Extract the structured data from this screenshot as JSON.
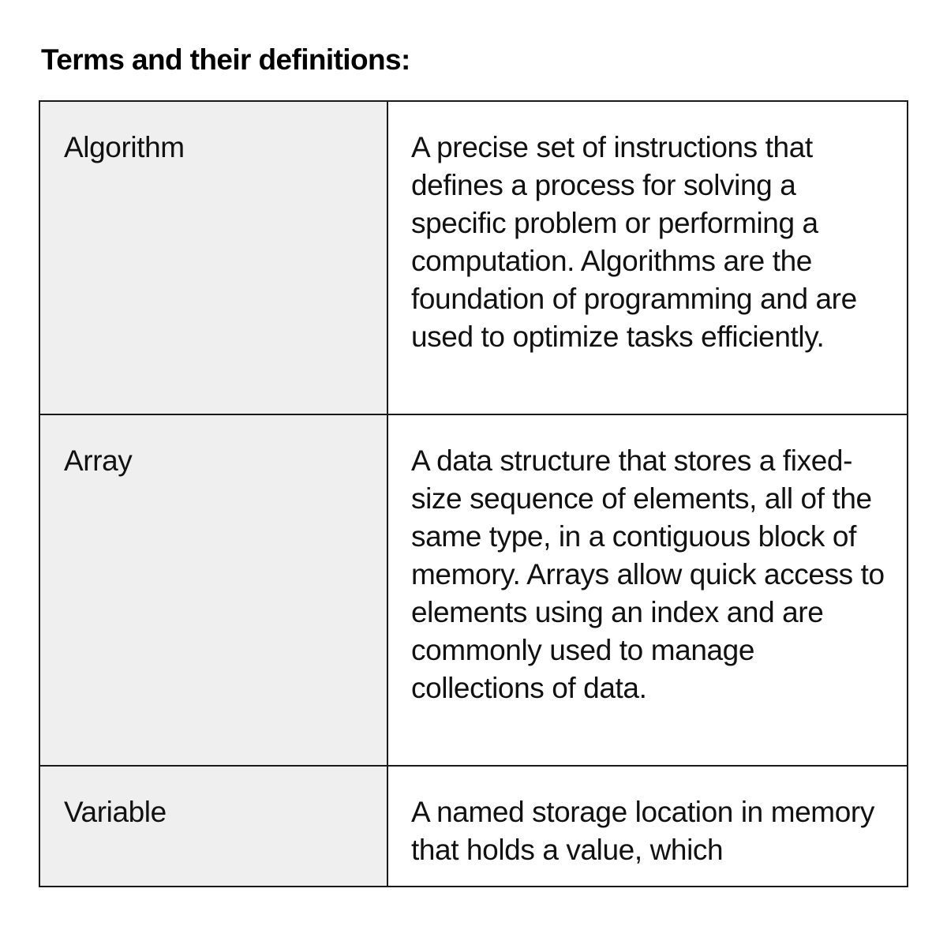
{
  "heading": "Terms and their definitions:",
  "terms": [
    {
      "term": "Algorithm",
      "definition": "A precise set of instructions that defines a process for solving a specific problem or performing a computation. Algorithms are the foundation of programming and are used to optimize tasks efficiently."
    },
    {
      "term": "Array",
      "definition": "A data structure that stores a fixed-size sequence of elements, all of the same type, in a contiguous block of memory. Arrays allow quick access to elements using an index and are commonly used to manage collections of data."
    },
    {
      "term": "Variable",
      "definition": "A named storage location in memory that holds a value, which"
    }
  ],
  "colors": {
    "term_cell_background": "#efefef",
    "border": "#1a1a1a"
  }
}
